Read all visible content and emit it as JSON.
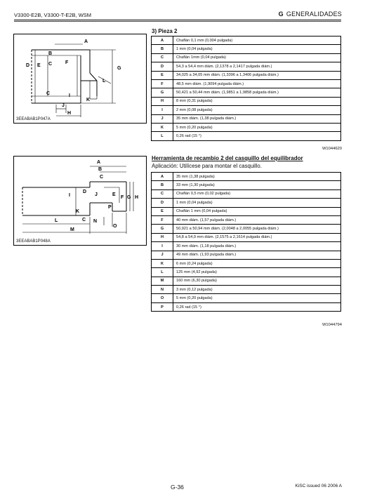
{
  "header": {
    "models": "V3300-E2B, V3300-T-E2B, WSM",
    "section_letter": "G",
    "section_title": "GENERALIDADES"
  },
  "figure1": {
    "caption": "3EEABAB1P047A",
    "labels": [
      "A",
      "B",
      "C",
      "D",
      "E",
      "F",
      "G",
      "L",
      "C",
      "I",
      "J",
      "K",
      "H"
    ]
  },
  "figure2": {
    "caption": "3EEABAB1P048A",
    "labels": [
      "A",
      "B",
      "C",
      "D",
      "J",
      "E",
      "F",
      "G",
      "H",
      "I",
      "K",
      "P",
      "L",
      "C",
      "N",
      "O",
      "M"
    ]
  },
  "section1": {
    "title": "3) Pieza 2",
    "rows": [
      {
        "key": "A",
        "value": "Chaflán 0,1 mm (0,004 pulgada)"
      },
      {
        "key": "B",
        "value": "1 mm (0,04 pulgada)"
      },
      {
        "key": "C",
        "value": "Chaflán 1mm (0,04 pulgada)"
      },
      {
        "key": "D",
        "value": "54,3 a 54,4 mm diám. (2,1378 a 2,1417 pulgada diám.)"
      },
      {
        "key": "E",
        "value": "34,025 a 34,05 mm diám. (1,3396 a 1,3406 pulgada diám.)"
      },
      {
        "key": "F",
        "value": "48,5 mm diám. (1,9094 pulgada diám.)"
      },
      {
        "key": "G",
        "value": "50,421 a 50,44 mm diám. (1,9851 a 1,9858 pulgada diám.)"
      },
      {
        "key": "H",
        "value": "8 mm (0,31 pulgada)"
      },
      {
        "key": "I",
        "value": "2 mm (0,08 pulgada)"
      },
      {
        "key": "J",
        "value": "35 mm diám. (1,38 pulgada diám.)"
      },
      {
        "key": "K",
        "value": "5 mm (0,20 pulgada)"
      },
      {
        "key": "L",
        "value": "0,26 rad (15 °)"
      }
    ],
    "code": "W1044620"
  },
  "section2": {
    "title": "Herramienta de recambio 2 del casquillo del equilibrador",
    "application": "Aplicación:   Utilícese para montar el casquillo.",
    "rows": [
      {
        "key": "A",
        "value": "35 mm (1,38 pulgada)"
      },
      {
        "key": "B",
        "value": "33 mm (1,30 pulgada)"
      },
      {
        "key": "C",
        "value": "Chaflán 0,5 mm (0,02 pulgada)"
      },
      {
        "key": "D",
        "value": "1 mm (0,04 pulgada)"
      },
      {
        "key": "E",
        "value": "Chaflán 1 mm (0,04 pulgada)"
      },
      {
        "key": "F",
        "value": "40 mm diám. (1,57 pulgada diám.)"
      },
      {
        "key": "G",
        "value": "50,921 a 50,94 mm diám. (2,0048 a 2,0055 pulgada diám.)"
      },
      {
        "key": "H",
        "value": "54,8 a 54,9 mm diám. (2,1575 a 2,1614 pulgada diám.)"
      },
      {
        "key": "I",
        "value": "30 mm diám. (1,18 pulgada diám.)"
      },
      {
        "key": "J",
        "value": "49 mm diám. (1,93 pulgada diám.)"
      },
      {
        "key": "K",
        "value": "6 mm (0,24 pulgada)"
      },
      {
        "key": "L",
        "value": "125 mm (4,92 pulgada)"
      },
      {
        "key": "M",
        "value": "160 mm (6,30 pulgada)"
      },
      {
        "key": "N",
        "value": "3 mm (0,12 pulgada)"
      },
      {
        "key": "O",
        "value": "5 mm (0,20 pulgada)"
      },
      {
        "key": "P",
        "value": "0,26 rad (15 °)"
      }
    ],
    "code": "W1044794"
  },
  "footer": {
    "page": "G-36",
    "issued": "KiSC issued 06 2006 A"
  }
}
